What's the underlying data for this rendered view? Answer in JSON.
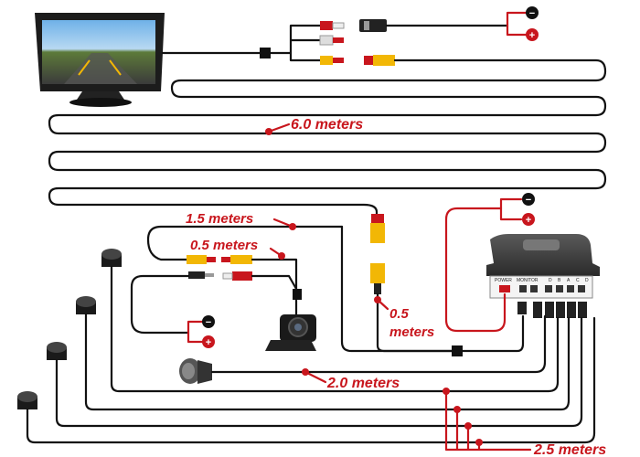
{
  "labels": {
    "monitor_cable": "6.0 meters",
    "camera_extension": "1.5 meters",
    "camera_lead": "0.5 meters",
    "sensor_box_lead_a": "0.5",
    "sensor_box_lead_b": "meters",
    "buzzer_cable": "2.0 meters",
    "sensor_cables": "2.5 meters"
  },
  "symbols": {
    "negative": "−",
    "positive": "+"
  },
  "colors": {
    "accent_red": "#c8161d",
    "wire": "#111111",
    "rca_yellow": "#f2b705"
  },
  "box_port_labels": [
    "POWER",
    "MONITOR",
    "D",
    "B",
    "A",
    "C",
    "D"
  ]
}
